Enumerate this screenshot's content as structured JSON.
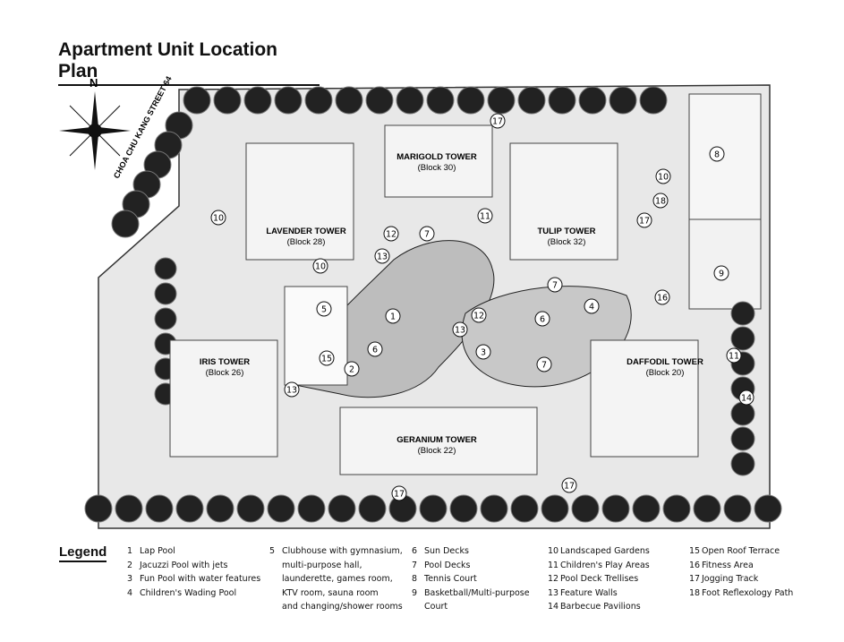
{
  "title": "Apartment Unit Location Plan",
  "compass": {
    "north": "N"
  },
  "street": "CHOA CHU KANG STREET 64",
  "towers": [
    {
      "name": "MARIGOLD TOWER",
      "block": "(Block 30)"
    },
    {
      "name": "LAVENDER TOWER",
      "block": "(Block 28)"
    },
    {
      "name": "TULIP TOWER",
      "block": "(Block 32)"
    },
    {
      "name": "IRIS TOWER",
      "block": "(Block 26)"
    },
    {
      "name": "DAFFODIL TOWER",
      "block": "(Block 20)"
    },
    {
      "name": "GERANIUM TOWER",
      "block": "(Block 22)"
    }
  ],
  "markers": [
    "17",
    "8",
    "10",
    "18",
    "17",
    "10",
    "11",
    "12",
    "7",
    "13",
    "10",
    "9",
    "7",
    "16",
    "5",
    "1",
    "12",
    "6",
    "4",
    "13",
    "6",
    "3",
    "11",
    "15",
    "2",
    "7",
    "14",
    "13",
    "17",
    "17"
  ],
  "legend": {
    "heading": "Legend",
    "columns": [
      [
        {
          "n": "1",
          "t": "Lap Pool"
        },
        {
          "n": "2",
          "t": "Jacuzzi Pool with jets"
        },
        {
          "n": "3",
          "t": "Fun Pool with water features"
        },
        {
          "n": "4",
          "t": "Children's Wading Pool"
        }
      ],
      [
        {
          "n": "5",
          "t": "Clubhouse with gymnasium,\nmulti-purpose hall,\nlaunderette, games room,\nKTV room, sauna room\nand changing/shower rooms"
        }
      ],
      [
        {
          "n": "6",
          "t": "Sun Decks"
        },
        {
          "n": "7",
          "t": "Pool Decks"
        },
        {
          "n": "8",
          "t": "Tennis Court"
        },
        {
          "n": "9",
          "t": "Basketball/Multi-purpose\nCourt"
        }
      ],
      [
        {
          "n": "10",
          "t": "Landscaped Gardens"
        },
        {
          "n": "11",
          "t": "Children's Play Areas"
        },
        {
          "n": "12",
          "t": "Pool Deck Trellises"
        },
        {
          "n": "13",
          "t": "Feature Walls"
        },
        {
          "n": "14",
          "t": "Barbecue Pavilions"
        }
      ],
      [
        {
          "n": "15",
          "t": "Open Roof Terrace"
        },
        {
          "n": "16",
          "t": "Fitness Area"
        },
        {
          "n": "17",
          "t": "Jogging Track"
        },
        {
          "n": "18",
          "t": "Foot Reflexology Path"
        }
      ]
    ]
  }
}
